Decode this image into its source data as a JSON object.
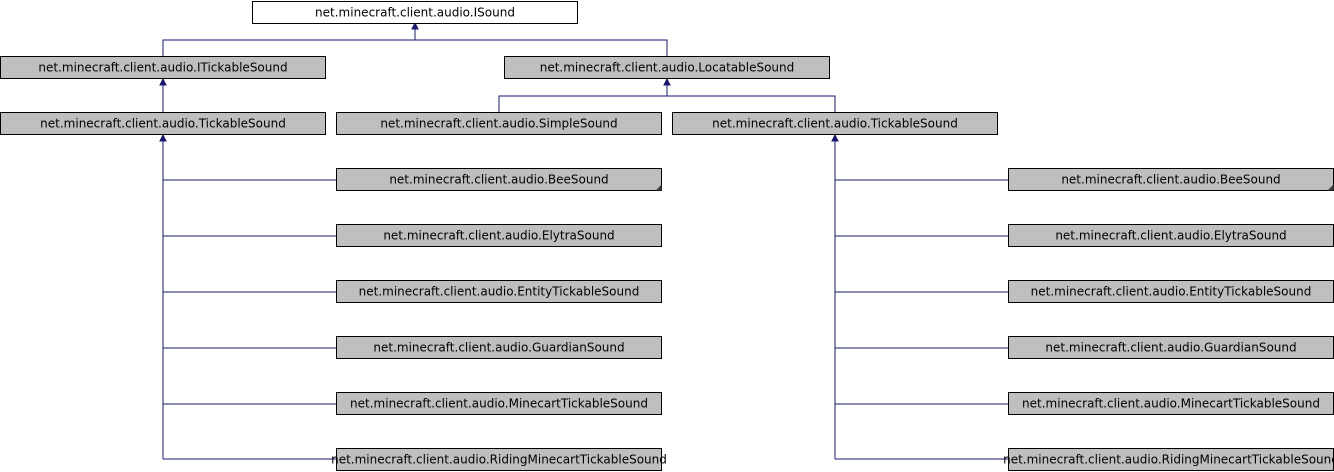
{
  "colors": {
    "edge": "#191970",
    "node_fill": "#bfbfbf",
    "root_fill": "#ffffff",
    "node_stroke": "#000000"
  },
  "nodes": {
    "isound": "net.minecraft.client.audio.ISound",
    "itickable": "net.minecraft.client.audio.ITickableSound",
    "locatable": "net.minecraft.client.audio.LocatableSound",
    "tickable_left": "net.minecraft.client.audio.TickableSound",
    "simple": "net.minecraft.client.audio.SimpleSound",
    "tickable_right": "net.minecraft.client.audio.TickableSound",
    "bee_left": "net.minecraft.client.audio.BeeSound",
    "elytra_left": "net.minecraft.client.audio.ElytraSound",
    "entity_left": "net.minecraft.client.audio.EntityTickableSound",
    "guardian_left": "net.minecraft.client.audio.GuardianSound",
    "minecart_left": "net.minecraft.client.audio.MinecartTickableSound",
    "riding_left": "net.minecraft.client.audio.RidingMinecartTickableSound",
    "bee_right": "net.minecraft.client.audio.BeeSound",
    "elytra_right": "net.minecraft.client.audio.ElytraSound",
    "entity_right": "net.minecraft.client.audio.EntityTickableSound",
    "guardian_right": "net.minecraft.client.audio.GuardianSound",
    "minecart_right": "net.minecraft.client.audio.MinecartTickableSound",
    "riding_right": "net.minecraft.client.audio.RidingMinecartTickableSound"
  }
}
